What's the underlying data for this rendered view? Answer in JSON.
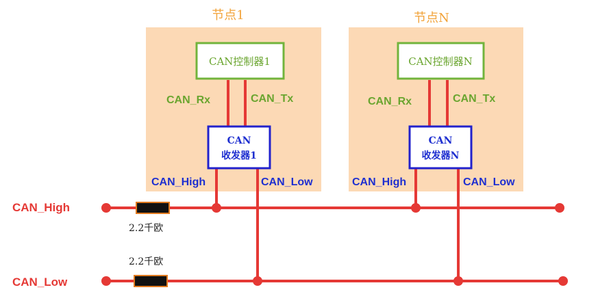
{
  "node1": {
    "title": "节点1",
    "controller": "CAN控制器1",
    "rx_label": "CAN_Rx",
    "tx_label": "CAN_Tx",
    "transceiver_line1": "CAN",
    "transceiver_line2": "收发器1",
    "high_label": "CAN_High",
    "low_label": "CAN_Low"
  },
  "nodeN": {
    "title": "节点N",
    "controller": "CAN控制器N",
    "rx_label": "CAN_Rx",
    "tx_label": "CAN_Tx",
    "transceiver_line1": "CAN",
    "transceiver_line2": "收发器N",
    "high_label": "CAN_High",
    "low_label": "CAN_Low"
  },
  "bus": {
    "high_label": "CAN_High",
    "low_label": "CAN_Low",
    "high_resistor_label": "2.2千欧",
    "low_resistor_label": "2.2千欧"
  },
  "colors": {
    "node_background": "#fcd9b5",
    "controller_border": "#72b43c",
    "transceiver_border": "#2222cc",
    "wire": "#e53935",
    "resistor_fill": "#111111",
    "resistor_border": "#e07a1f"
  }
}
